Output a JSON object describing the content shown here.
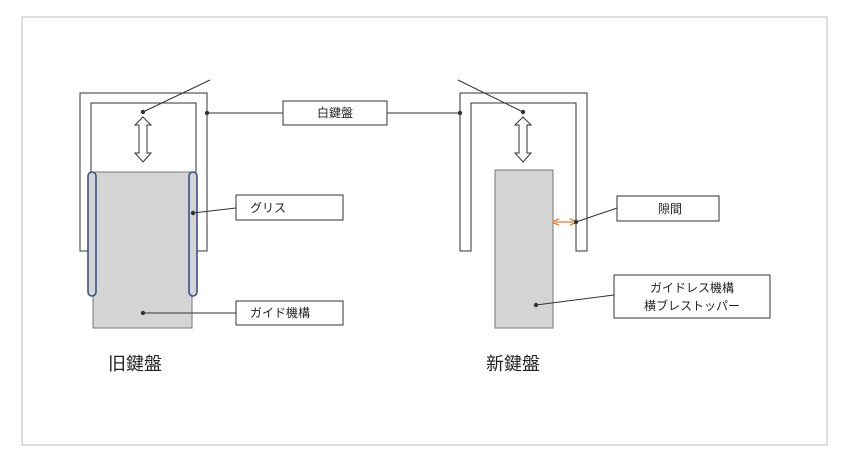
{
  "labels": {
    "white_key": "白鍵盤",
    "grease": "グリス",
    "guide_mechanism": "ガイド機構",
    "gap": "隙間",
    "guideless_line1": "ガイドレス機構",
    "guideless_line2": "横ブレストッパー"
  },
  "captions": {
    "old_keyboard": "旧鍵盤",
    "new_keyboard": "新鍵盤"
  },
  "colors": {
    "frame_border": "#bdbdbd",
    "block_fill": "#d4d4d4",
    "rail_stroke": "#3a4f8f",
    "gap_arrow": "#e07b30"
  }
}
